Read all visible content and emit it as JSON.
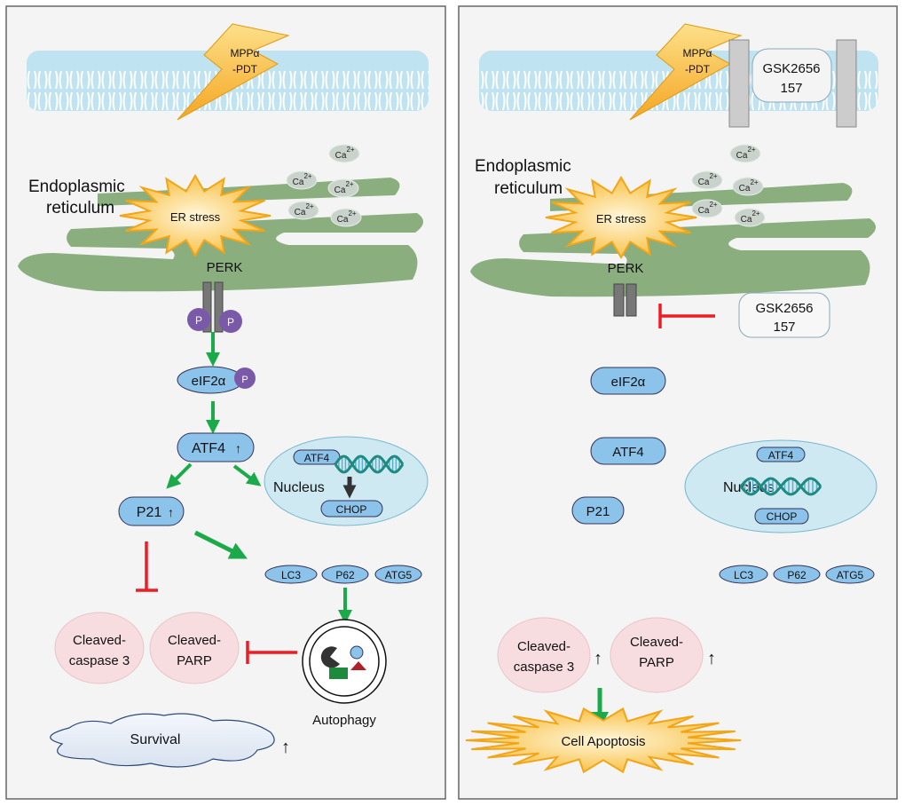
{
  "left_panel": {
    "treatment": [
      "MPPα",
      "-PDT"
    ],
    "er_label": [
      "Endoplasmic",
      "reticulum"
    ],
    "er_stress": "ER stress",
    "calcium": "Ca",
    "calcium_charge": "2+",
    "perk": "PERK",
    "phospho": "P",
    "eif2a": "eIF2α",
    "atf4": "ATF4",
    "up_arrow": "↑",
    "nucleus": "Nucleus",
    "nucleus_atf4": "ATF4",
    "chop": "CHOP",
    "p21": "P21",
    "autophagy_markers": [
      "LC3",
      "P62",
      "ATG5"
    ],
    "cleaved_caspase": [
      "Cleaved-",
      "caspase 3"
    ],
    "cleaved_parp": [
      "Cleaved-",
      "PARP"
    ],
    "autophagy": "Autophagy",
    "survival": "Survival"
  },
  "right_panel": {
    "treatment": [
      "MPPα",
      "-PDT"
    ],
    "inhibitor": [
      "GSK2656",
      "157"
    ],
    "er_label": [
      "Endoplasmic",
      "reticulum"
    ],
    "er_stress": "ER stress",
    "calcium": "Ca",
    "calcium_charge": "2+",
    "perk": "PERK",
    "eif2a": "eIF2α",
    "atf4": "ATF4",
    "nucleus": "Nucleus",
    "nucleus_atf4": "ATF4",
    "chop": "CHOP",
    "p21": "P21",
    "autophagy_markers": [
      "LC3",
      "P62",
      "ATG5"
    ],
    "cleaved_caspase": [
      "Cleaved-",
      "caspase 3"
    ],
    "cleaved_parp": [
      "Cleaved-",
      "PARP"
    ],
    "up_arrow": "↑",
    "apoptosis": "Cell Apoptosis"
  },
  "colors": {
    "activation_arrow": "#1aaa4a",
    "inhibition": "#ee1c24",
    "er": "#8aae7e",
    "protein": "#8cc3ea",
    "phospho": "#7a5aa8",
    "cleaved": "#f8dde0",
    "membrane": "#bfe3f0",
    "bolt": "#f7b733"
  }
}
